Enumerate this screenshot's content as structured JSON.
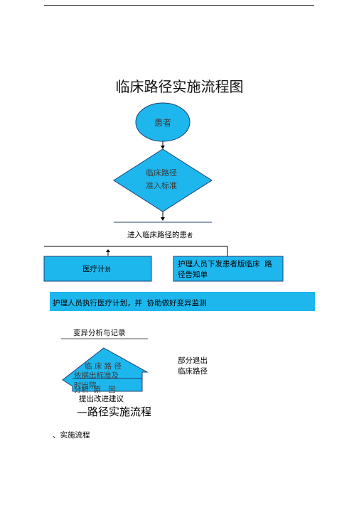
{
  "title": "临床路径实施流程图",
  "nodes": {
    "patient": "患者",
    "criteria_line1": "临床路径",
    "criteria_line2": "准入标准",
    "enter_text": "进入临床路径的患",
    "enter_text_small": "者",
    "medical_plan": "医疗计",
    "medical_plan_small": "划",
    "nurse_line1": "护理人员下发患者版临床  路",
    "nurse_line2": "径告知单",
    "banner": "护理人员执行医疗计划，并  协助做好变异监测",
    "variance": "变异分析与记录",
    "house_line1": "临 床 路 径",
    "house_line2": "依据出标准及",
    "house_line2b": "分析  原   因",
    "house_line3": "时出院",
    "partial_line1": "部分退出",
    "partial_line2": "临床路径",
    "improve": "提出改进建议",
    "subtitle": "—路径实施流程",
    "footer": "、实施流程"
  },
  "colors": {
    "fill": "#1DB7EE",
    "stroke": "#1f3f6f",
    "line": "#000000"
  }
}
